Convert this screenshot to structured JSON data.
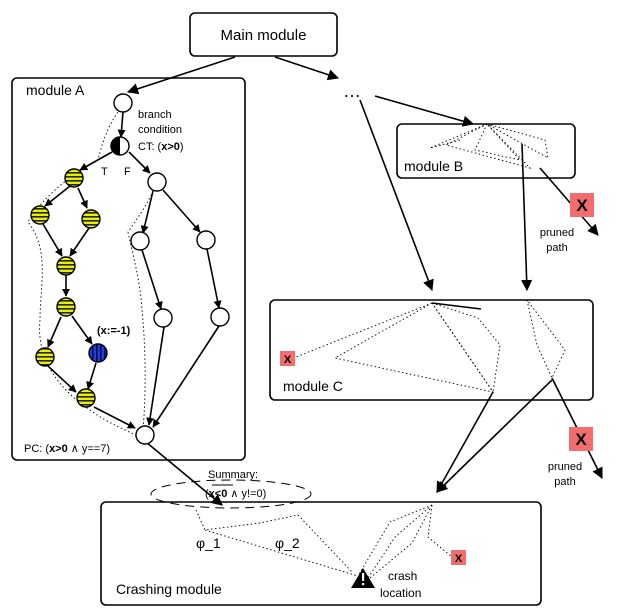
{
  "main_module": {
    "label": "Main module"
  },
  "ellipsis": "…",
  "module_a": {
    "label": "module A",
    "branch_condition_line1": "branch",
    "branch_condition_line2": "condition",
    "ct_prefix": "CT: (",
    "ct_expr": "x>0",
    "ct_suffix": ")",
    "true_label": "T",
    "false_label": "F",
    "assign_label": "(x:=-1)",
    "pc_prefix": "PC: (",
    "pc_expr": "x>0",
    "pc_rest": " ∧ y==7)"
  },
  "module_b": {
    "label": "module B"
  },
  "module_c": {
    "label": "module C"
  },
  "crashing_module": {
    "label": "Crashing module",
    "phi1": "φ_1",
    "phi2": "φ_2",
    "crash_line1": "crash",
    "crash_line2": "location"
  },
  "summary": {
    "title": "Summary:",
    "prefix": "(",
    "expr": "x<0",
    "rest": " ∧ y!=0)"
  },
  "pruned_path_line1": "pruned",
  "pruned_path_line2": "path",
  "x_mark": "X",
  "colors": {
    "path_node_fill": "#e8f000",
    "assign_node_fill": "#1a3cff",
    "x_badge_fill": "#f26d6d"
  }
}
